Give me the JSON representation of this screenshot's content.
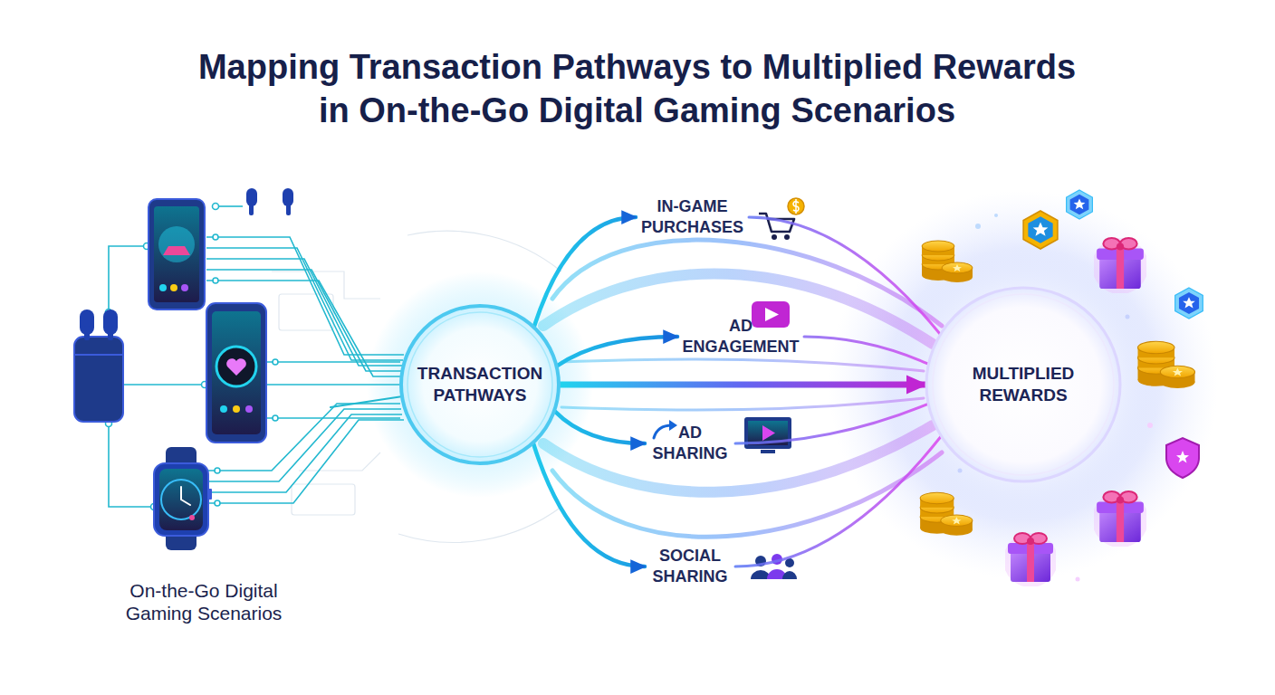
{
  "diagram": {
    "title": "Mapping Transaction Pathways to Multiplied Rewards in On-the-Go Digital Gaming Scenarios",
    "nodes": [
      {
        "text": [
          "On-the-Go Digital Gaming Scenarios"
        ]
      },
      {
        "text": [
          "TRANSACTION PATHWAYS"
        ]
      },
      {
        "text": [
          "IN-GAME PURCHASES"
        ]
      },
      {
        "text": [
          "AD ENGAGEMENT"
        ]
      },
      {
        "text": [
          "AD SHARING"
        ]
      },
      {
        "text": [
          "SOCIAL SHARING"
        ]
      },
      {
        "text": [
          "MULTIPLIED REWARDS"
        ]
      }
    ],
    "edges": [
      {
        "from": 0,
        "to": 1,
        "arrow": "none"
      },
      {
        "from": 1,
        "to": 2,
        "arrow": "to"
      },
      {
        "from": 1,
        "to": 3,
        "arrow": "to"
      },
      {
        "from": 1,
        "to": 4,
        "arrow": "to"
      },
      {
        "from": 1,
        "to": 5,
        "arrow": "to"
      },
      {
        "from": 2,
        "to": 6,
        "arrow": "none"
      },
      {
        "from": 3,
        "to": 6,
        "arrow": "none"
      },
      {
        "from": 4,
        "to": 6,
        "arrow": "none"
      },
      {
        "from": 5,
        "to": 6,
        "arrow": "none"
      },
      {
        "from": 1,
        "to": 6,
        "arrow": "to"
      }
    ]
  }
}
